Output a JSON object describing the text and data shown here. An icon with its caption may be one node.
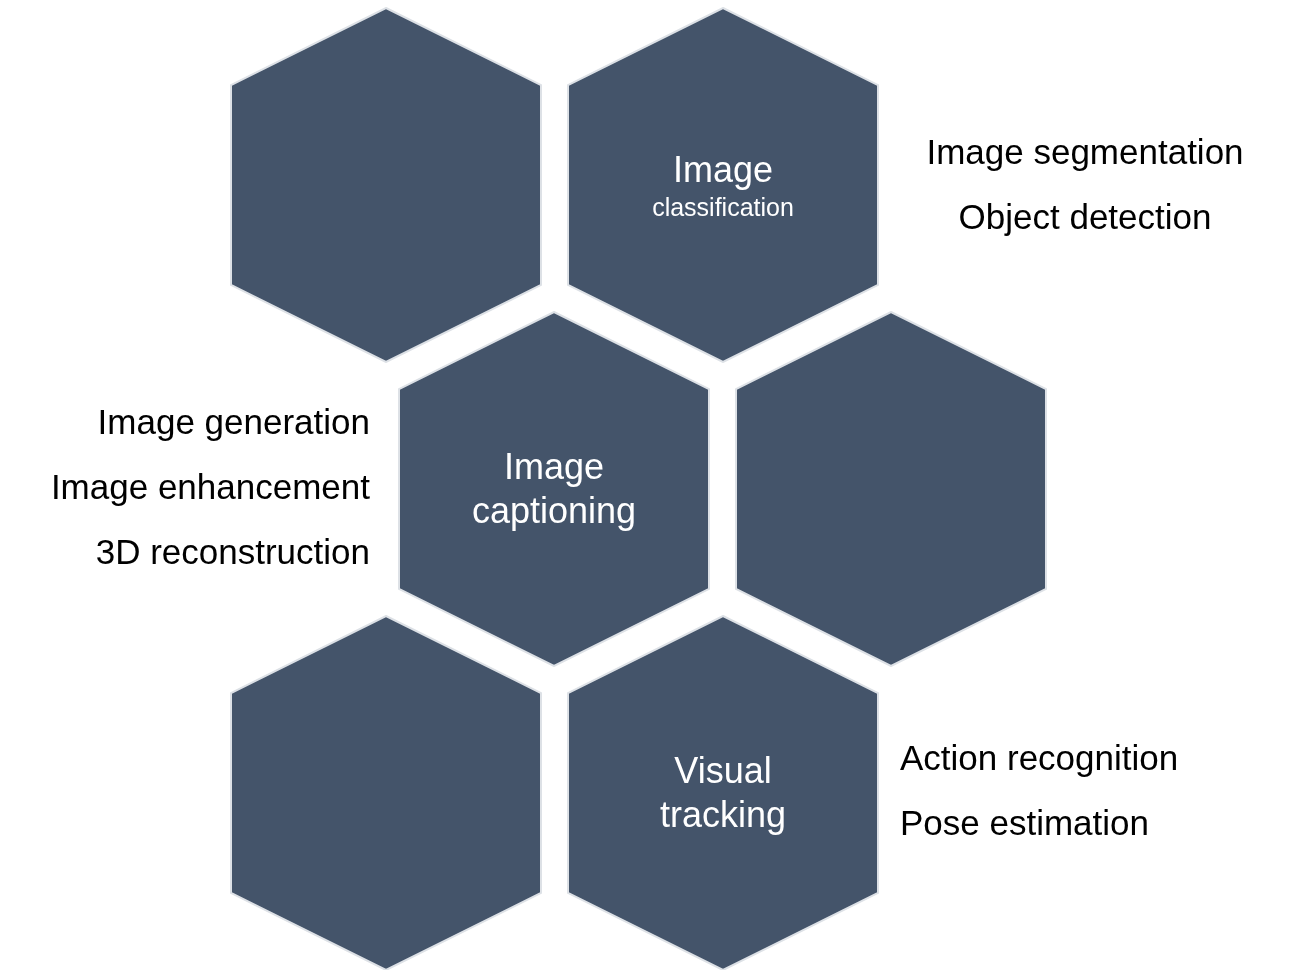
{
  "diagram": {
    "nodes": [
      {
        "text": [],
        "shape": "hexagon"
      },
      {
        "text": [
          "Image",
          "classification"
        ],
        "beside": [
          "Image segmentation",
          "Object detection"
        ]
      },
      {
        "text": [
          "Image captioning"
        ],
        "beside": [
          "Image generation",
          "Image enhancement",
          "3D reconstruction"
        ]
      },
      {
        "text": [],
        "shape": "hexagon"
      },
      {
        "text": [],
        "shape": "hexagon"
      },
      {
        "text": [
          "Visual tracking"
        ],
        "beside": [
          "Action recognition",
          "Pose estimation"
        ]
      }
    ]
  }
}
